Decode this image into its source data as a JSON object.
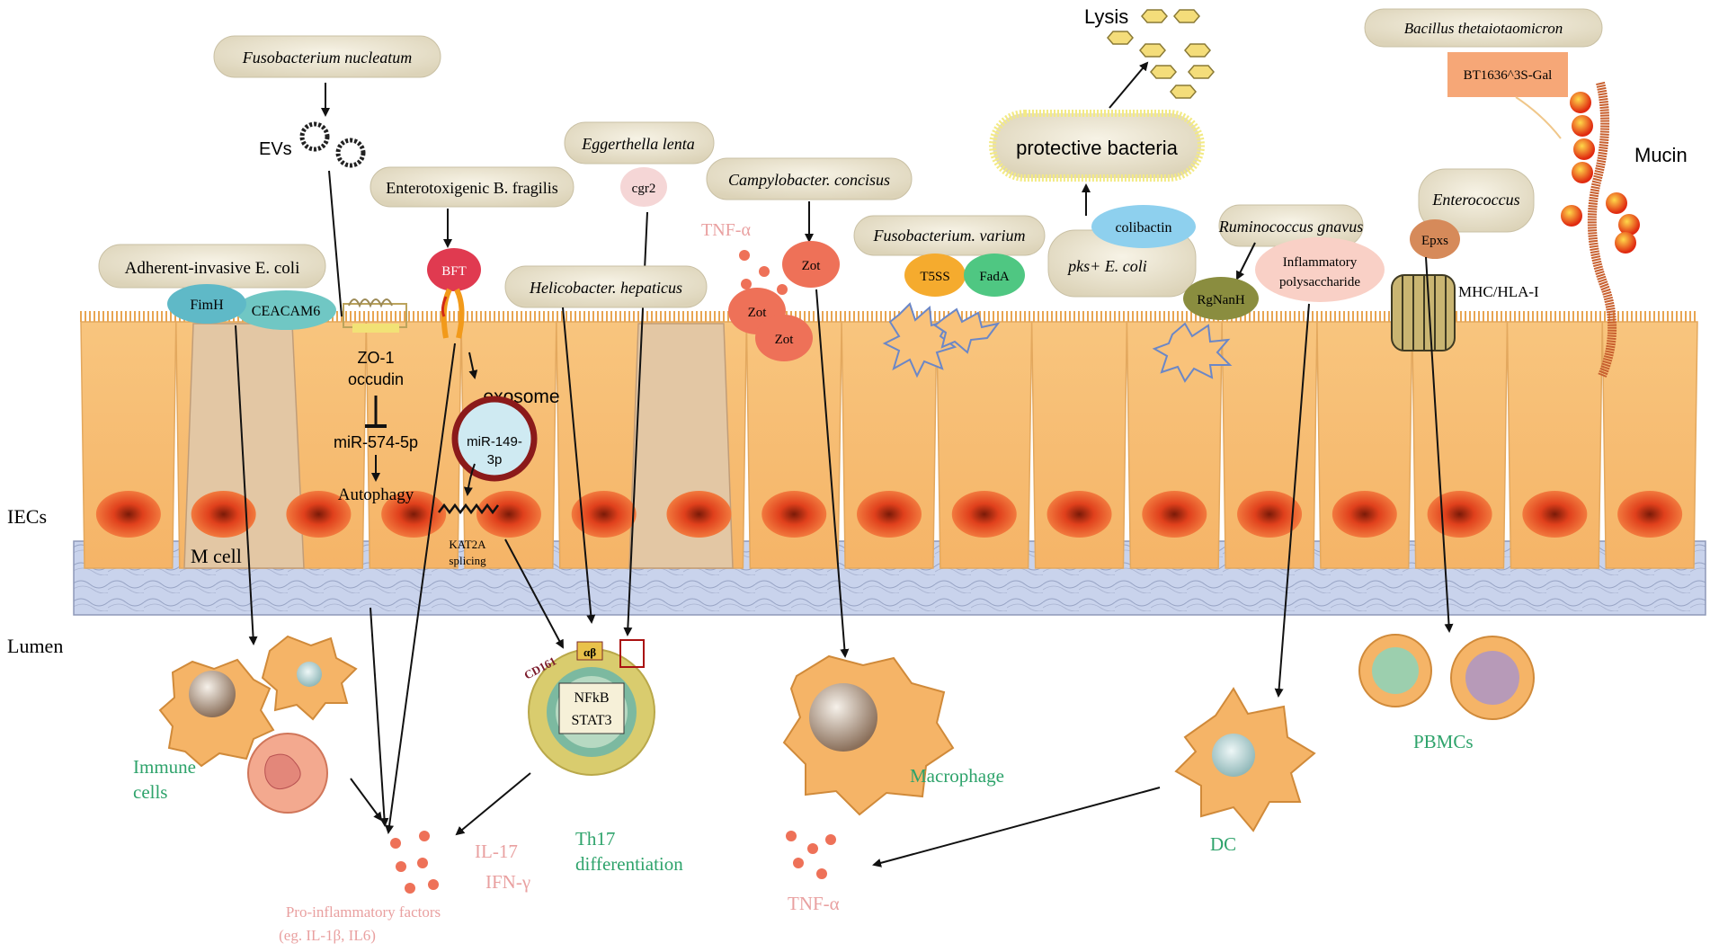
{
  "labels": {
    "fuso_nucleatum": "Fusobacterium nucleatum",
    "evs": "EVs",
    "etbf": "Enterotoxigenic B. fragilis",
    "bft": "BFT",
    "eggerthella": "Eggerthella lenta",
    "cgr2": "cgr2",
    "campylobacter": "Campylobacter. concisus",
    "tnf_top": "TNF-α",
    "zot": "Zot",
    "fuso_varium": "Fusobacterium. varium",
    "t5ss": "T5SS",
    "fada": "FadA",
    "protective": "protective bacteria",
    "lysis": "Lysis",
    "colibactin": "colibactin",
    "pks_ecoli": "pks+ E. coli",
    "ruminococcus": "Ruminococcus gnavus",
    "rgnanh": "RgNanH",
    "inflam_poly_1": "Inflammatory",
    "inflam_poly_2": "polysaccharide",
    "bacillus": "Bacillus thetaiotaomicron",
    "bt1636": "BT1636^3S-Gal",
    "mucin": "Mucin",
    "enterococcus": "Enterococcus",
    "epxs": "Epxs",
    "mhc": "MHC/HLA-I",
    "aiec": "Adherent-invasive E. coli",
    "fimh": "FimH",
    "ceacam6": "CEACAM6",
    "helicobacter": "Helicobacter. hepaticus",
    "zo1": "ZO-1",
    "occudin": "occudin",
    "mir574": "miR-574-5p",
    "autophagy": "Autophagy",
    "exosome": "exosome",
    "mir149_1": "miR-149-",
    "mir149_2": "3p",
    "kat2a": "KAT2A",
    "splicing": "splicing",
    "iecs": "IECs",
    "mcell": "M cell",
    "lumen": "Lumen",
    "immune_1": "Immune",
    "immune_2": "cells",
    "pro_inflam_1": "Pro-inflammatory factors",
    "pro_inflam_2": "(eg. IL-1β, IL6)",
    "il17": "IL-17",
    "ifng": "IFN-γ",
    "cd161": "CD161",
    "ab": "αβ",
    "nfkb": "NFkB",
    "stat3": "STAT3",
    "th17_1": "Th17",
    "th17_2": "differentiation",
    "macrophage": "Macrophage",
    "tnf_bottom": "TNF-α",
    "dc": "DC",
    "pbmcs": "PBMCs"
  },
  "colors": {
    "cell_fill": "#f6c07a",
    "cell_edge": "#e3a85e",
    "nucleus": "#e8431f",
    "bubble": "#efe9d6",
    "green_label": "#2ea36b",
    "pink_label": "#e9a0a0",
    "zot": "#ee7158"
  }
}
